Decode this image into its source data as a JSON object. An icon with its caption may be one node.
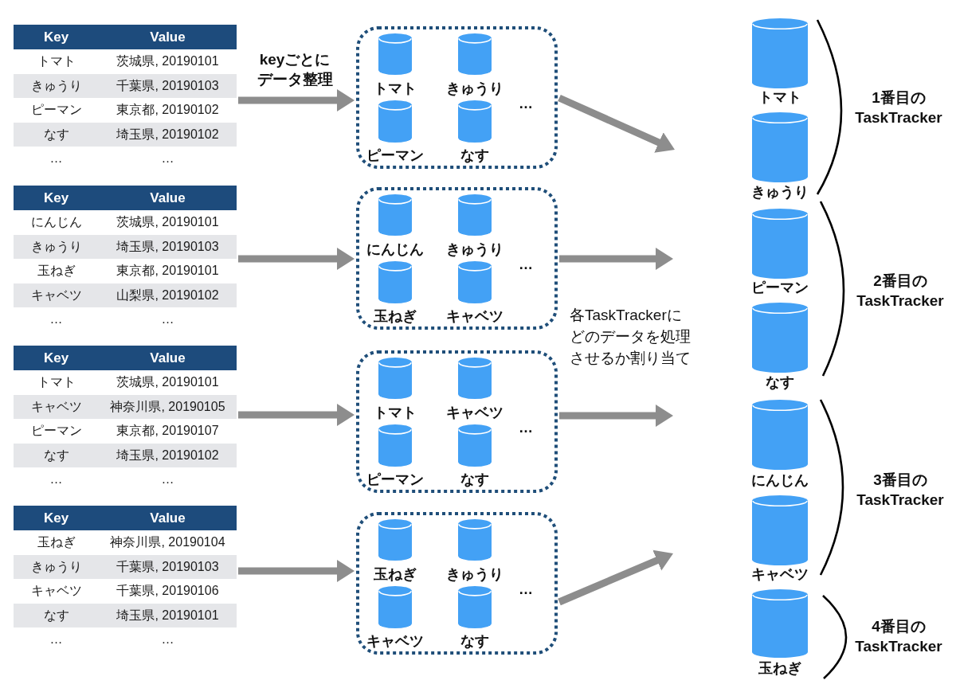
{
  "diagram": {
    "nodes": [
      {
        "text": [
          "Key",
          "Value",
          "トマト",
          "茨城県, 20190101",
          "きゅうり",
          "千葉県, 20190103",
          "ピーマン",
          "東京都, 20190102",
          "なす",
          "埼玉県, 20190102",
          "…",
          "…"
        ]
      },
      {
        "text": [
          "Key",
          "Value",
          "にんじん",
          "茨城県, 20190101",
          "きゅうり",
          "埼玉県, 20190103",
          "玉ねぎ",
          "東京都, 20190101",
          "キャベツ",
          "山梨県, 20190102",
          "…",
          "…"
        ]
      },
      {
        "text": [
          "Key",
          "Value",
          "トマト",
          "茨城県, 20190101",
          "キャベツ",
          "神奈川県, 20190105",
          "ピーマン",
          "東京都, 20190107",
          "なす",
          "埼玉県, 20190102",
          "…",
          "…"
        ]
      },
      {
        "text": [
          "Key",
          "Value",
          "玉ねぎ",
          "神奈川県, 20190104",
          "きゅうり",
          "千葉県, 20190103",
          "キャベツ",
          "千葉県, 20190106",
          "なす",
          "埼玉県, 20190101",
          "…",
          "…"
        ]
      },
      {
        "text": [
          "…"
        ]
      },
      {
        "text": [
          "トマト"
        ],
        "in": 4
      },
      {
        "text": [
          "きゅうり"
        ],
        "in": 4
      },
      {
        "text": [
          "ピーマン"
        ],
        "in": 4
      },
      {
        "text": [
          "なす"
        ],
        "in": 4
      },
      {
        "text": [
          "…"
        ]
      },
      {
        "text": [
          "にんじん"
        ],
        "in": 9
      },
      {
        "text": [
          "きゅうり"
        ],
        "in": 9
      },
      {
        "text": [
          "玉ねぎ"
        ],
        "in": 9
      },
      {
        "text": [
          "キャベツ"
        ],
        "in": 9
      },
      {
        "text": [
          "…"
        ]
      },
      {
        "text": [
          "トマト"
        ],
        "in": 14
      },
      {
        "text": [
          "キャベツ"
        ],
        "in": 14
      },
      {
        "text": [
          "ピーマン"
        ],
        "in": 14
      },
      {
        "text": [
          "なす"
        ],
        "in": 14
      },
      {
        "text": [
          "…"
        ]
      },
      {
        "text": [
          "玉ねぎ"
        ],
        "in": 19
      },
      {
        "text": [
          "きゅうり"
        ],
        "in": 19
      },
      {
        "text": [
          "キャベツ"
        ],
        "in": 19
      },
      {
        "text": [
          "なす"
        ],
        "in": 19
      },
      {
        "text": [
          "トマト"
        ]
      },
      {
        "text": [
          "きゅうり"
        ]
      },
      {
        "text": [
          "ピーマン"
        ]
      },
      {
        "text": [
          "なす"
        ]
      },
      {
        "text": [
          "にんじん"
        ]
      },
      {
        "text": [
          "キャベツ"
        ]
      },
      {
        "text": [
          "玉ねぎ"
        ]
      }
    ],
    "edges": [
      {
        "from": 0,
        "to": 4,
        "arrow": "to",
        "label": "keyごとにデータ整理"
      },
      {
        "from": 1,
        "to": 9,
        "arrow": "to"
      },
      {
        "from": 2,
        "to": 14,
        "arrow": "to"
      },
      {
        "from": 3,
        "to": 19,
        "arrow": "to"
      },
      {
        "from": 4,
        "to": null,
        "arrow": "to"
      },
      {
        "from": 9,
        "to": null,
        "arrow": "to"
      },
      {
        "from": 14,
        "to": null,
        "arrow": "to"
      },
      {
        "from": 19,
        "to": null,
        "arrow": "to"
      }
    ],
    "labels": [
      "各TaskTrackerにどのデータを処理させるか割り当て",
      "1番目のTaskTracker",
      "2番目のTaskTracker",
      "3番目のTaskTracker",
      "4番目のTaskTracker"
    ]
  }
}
